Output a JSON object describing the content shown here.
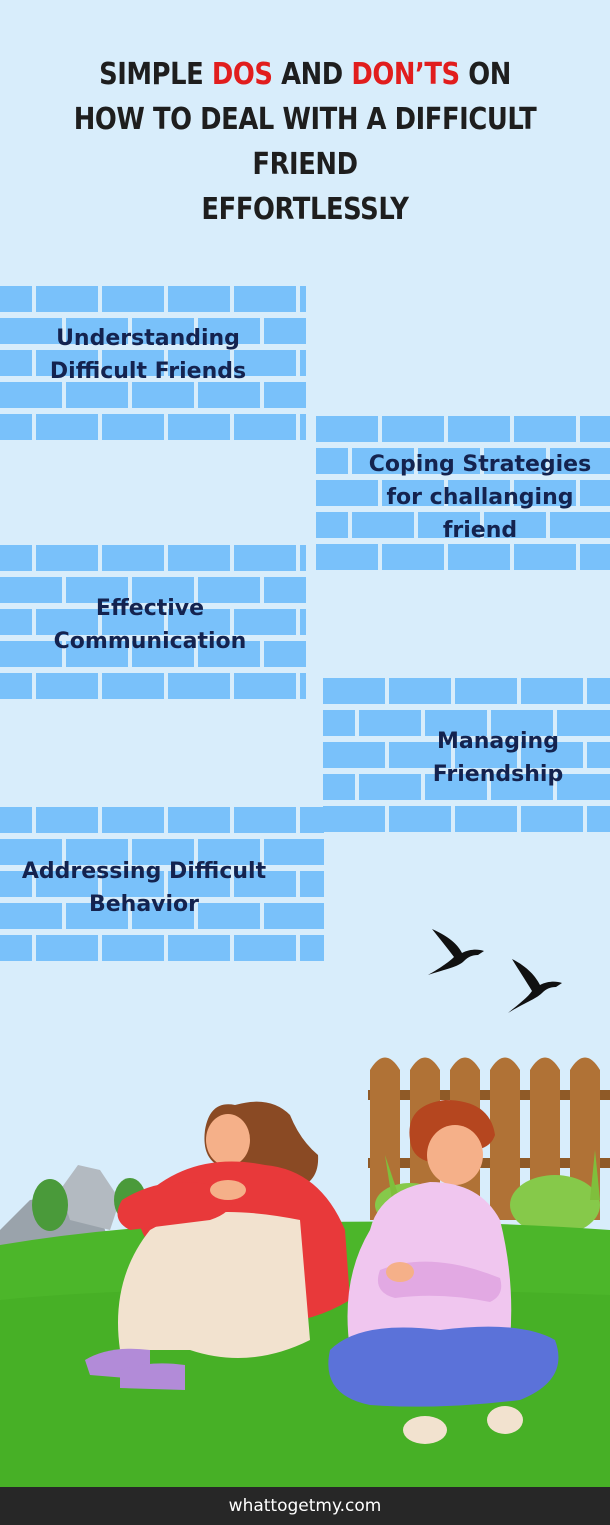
{
  "title": {
    "line1_a": "SIMPLE ",
    "line1_b": "DOS",
    "line1_c": " AND ",
    "line1_d": "DON’TS",
    "line1_e": " ON",
    "line2": "HOW TO DEAL WITH A DIFFICULT FRIEND",
    "line3": "EFFORTLESSLY"
  },
  "sections": [
    {
      "line1": "Understanding",
      "line2": "Difficult Friends",
      "line3": ""
    },
    {
      "line1": "Coping Strategies",
      "line2": "for challanging",
      "line3": "friend"
    },
    {
      "line1": "Effective",
      "line2": "Communication",
      "line3": ""
    },
    {
      "line1": "Managing",
      "line2": "Friendship",
      "line3": ""
    },
    {
      "line1": "Addressing Difficult",
      "line2": "Behavior",
      "line3": ""
    }
  ],
  "footer": {
    "text": "whattogetmy.com"
  },
  "colors": {
    "background": "#d8edfb",
    "brick": "#79c1fa",
    "title_highlight": "#e11d1d",
    "label": "#14234f",
    "grass": "#4cb62a"
  }
}
